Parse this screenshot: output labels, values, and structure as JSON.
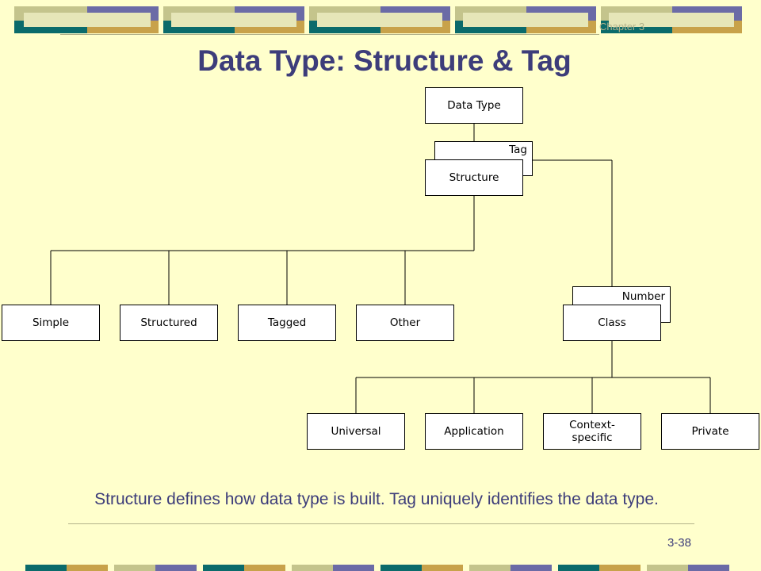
{
  "header": {
    "chapter_label": "Chapter 3"
  },
  "slide": {
    "title": "Data Type: Structure & Tag",
    "caption": "Structure defines how data type is built.  Tag uniquely identifies the data type.",
    "slide_number": "3-38"
  },
  "diagram": {
    "root": "Data Type",
    "tag": "Tag",
    "structure": "Structure",
    "structure_children": [
      "Simple",
      "Structured",
      "Tagged",
      "Other"
    ],
    "number": "Number",
    "class": "Class",
    "class_children": [
      "Universal",
      "Application",
      "Context-\nspecific",
      "Private"
    ]
  },
  "colors": {
    "background": "#ffffcc",
    "title": "#3d3d7a",
    "band_teal": "#0b6b6b",
    "band_gold": "#c8a24a",
    "band_sage": "#c4c48c",
    "band_purple": "#6b6ba6"
  }
}
